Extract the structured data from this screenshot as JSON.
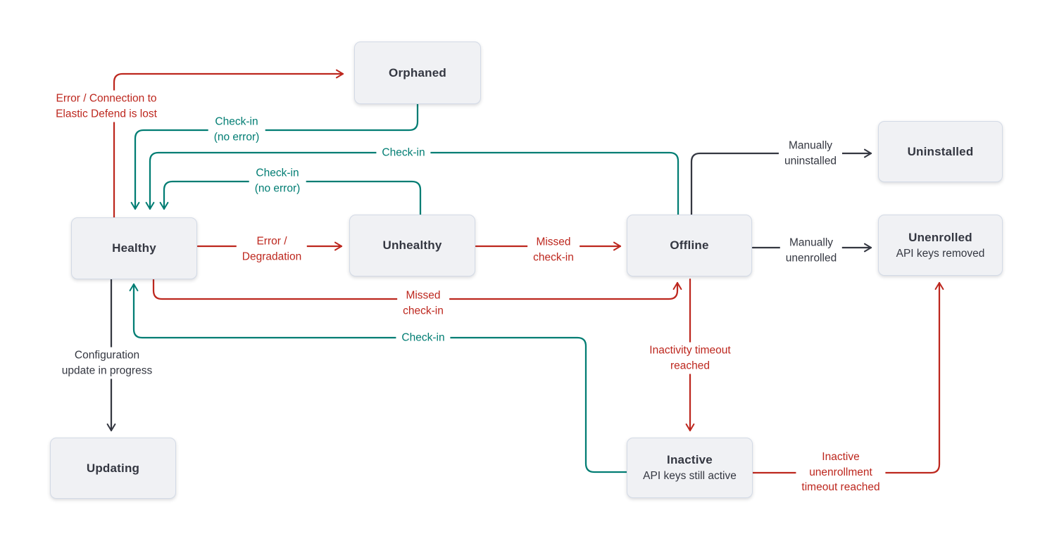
{
  "colors": {
    "red": "#bd271e",
    "teal": "#017d73",
    "dark": "#343741",
    "node_fill": "#f0f1f4",
    "node_border": "#d3dae6",
    "background": "#ffffff"
  },
  "nodes": {
    "orphaned": {
      "label": "Orphaned"
    },
    "healthy": {
      "label": "Healthy"
    },
    "unhealthy": {
      "label": "Unhealthy"
    },
    "offline": {
      "label": "Offline"
    },
    "uninstalled": {
      "label": "Uninstalled"
    },
    "unenrolled": {
      "label": "Unenrolled",
      "sublabel": "API keys removed"
    },
    "updating": {
      "label": "Updating"
    },
    "inactive": {
      "label": "Inactive",
      "sublabel": "API keys still active"
    }
  },
  "edge_labels": {
    "error_defend": {
      "lines": [
        "Error / Connection to",
        "Elastic Defend is lost"
      ],
      "color": "red"
    },
    "checkin_noerror_orphaned": {
      "lines": [
        "Check-in",
        "(no error)"
      ],
      "color": "teal"
    },
    "checkin_offline": {
      "lines": [
        "Check-in"
      ],
      "color": "teal"
    },
    "checkin_noerror_unhealthy": {
      "lines": [
        "Check-in",
        "(no error)"
      ],
      "color": "teal"
    },
    "error_degradation": {
      "lines": [
        "Error /",
        "Degradation"
      ],
      "color": "red"
    },
    "missed_checkin_unhealthy": {
      "lines": [
        "Missed",
        "check-in"
      ],
      "color": "red"
    },
    "missed_checkin_healthy": {
      "lines": [
        "Missed",
        "check-in"
      ],
      "color": "red"
    },
    "checkin_inactive": {
      "lines": [
        "Check-in"
      ],
      "color": "teal"
    },
    "configuration_update": {
      "lines": [
        "Configuration",
        "update in progress"
      ],
      "color": "dark"
    },
    "manually_uninstalled": {
      "lines": [
        "Manually",
        "uninstalled"
      ],
      "color": "dark"
    },
    "manually_unenrolled": {
      "lines": [
        "Manually",
        "unenrolled"
      ],
      "color": "dark"
    },
    "inactivity_timeout": {
      "lines": [
        "Inactivity timeout",
        "reached"
      ],
      "color": "red"
    },
    "inactive_unenrollment_timeout": {
      "lines": [
        "Inactive",
        "unenrollment",
        "timeout reached"
      ],
      "color": "red"
    }
  }
}
